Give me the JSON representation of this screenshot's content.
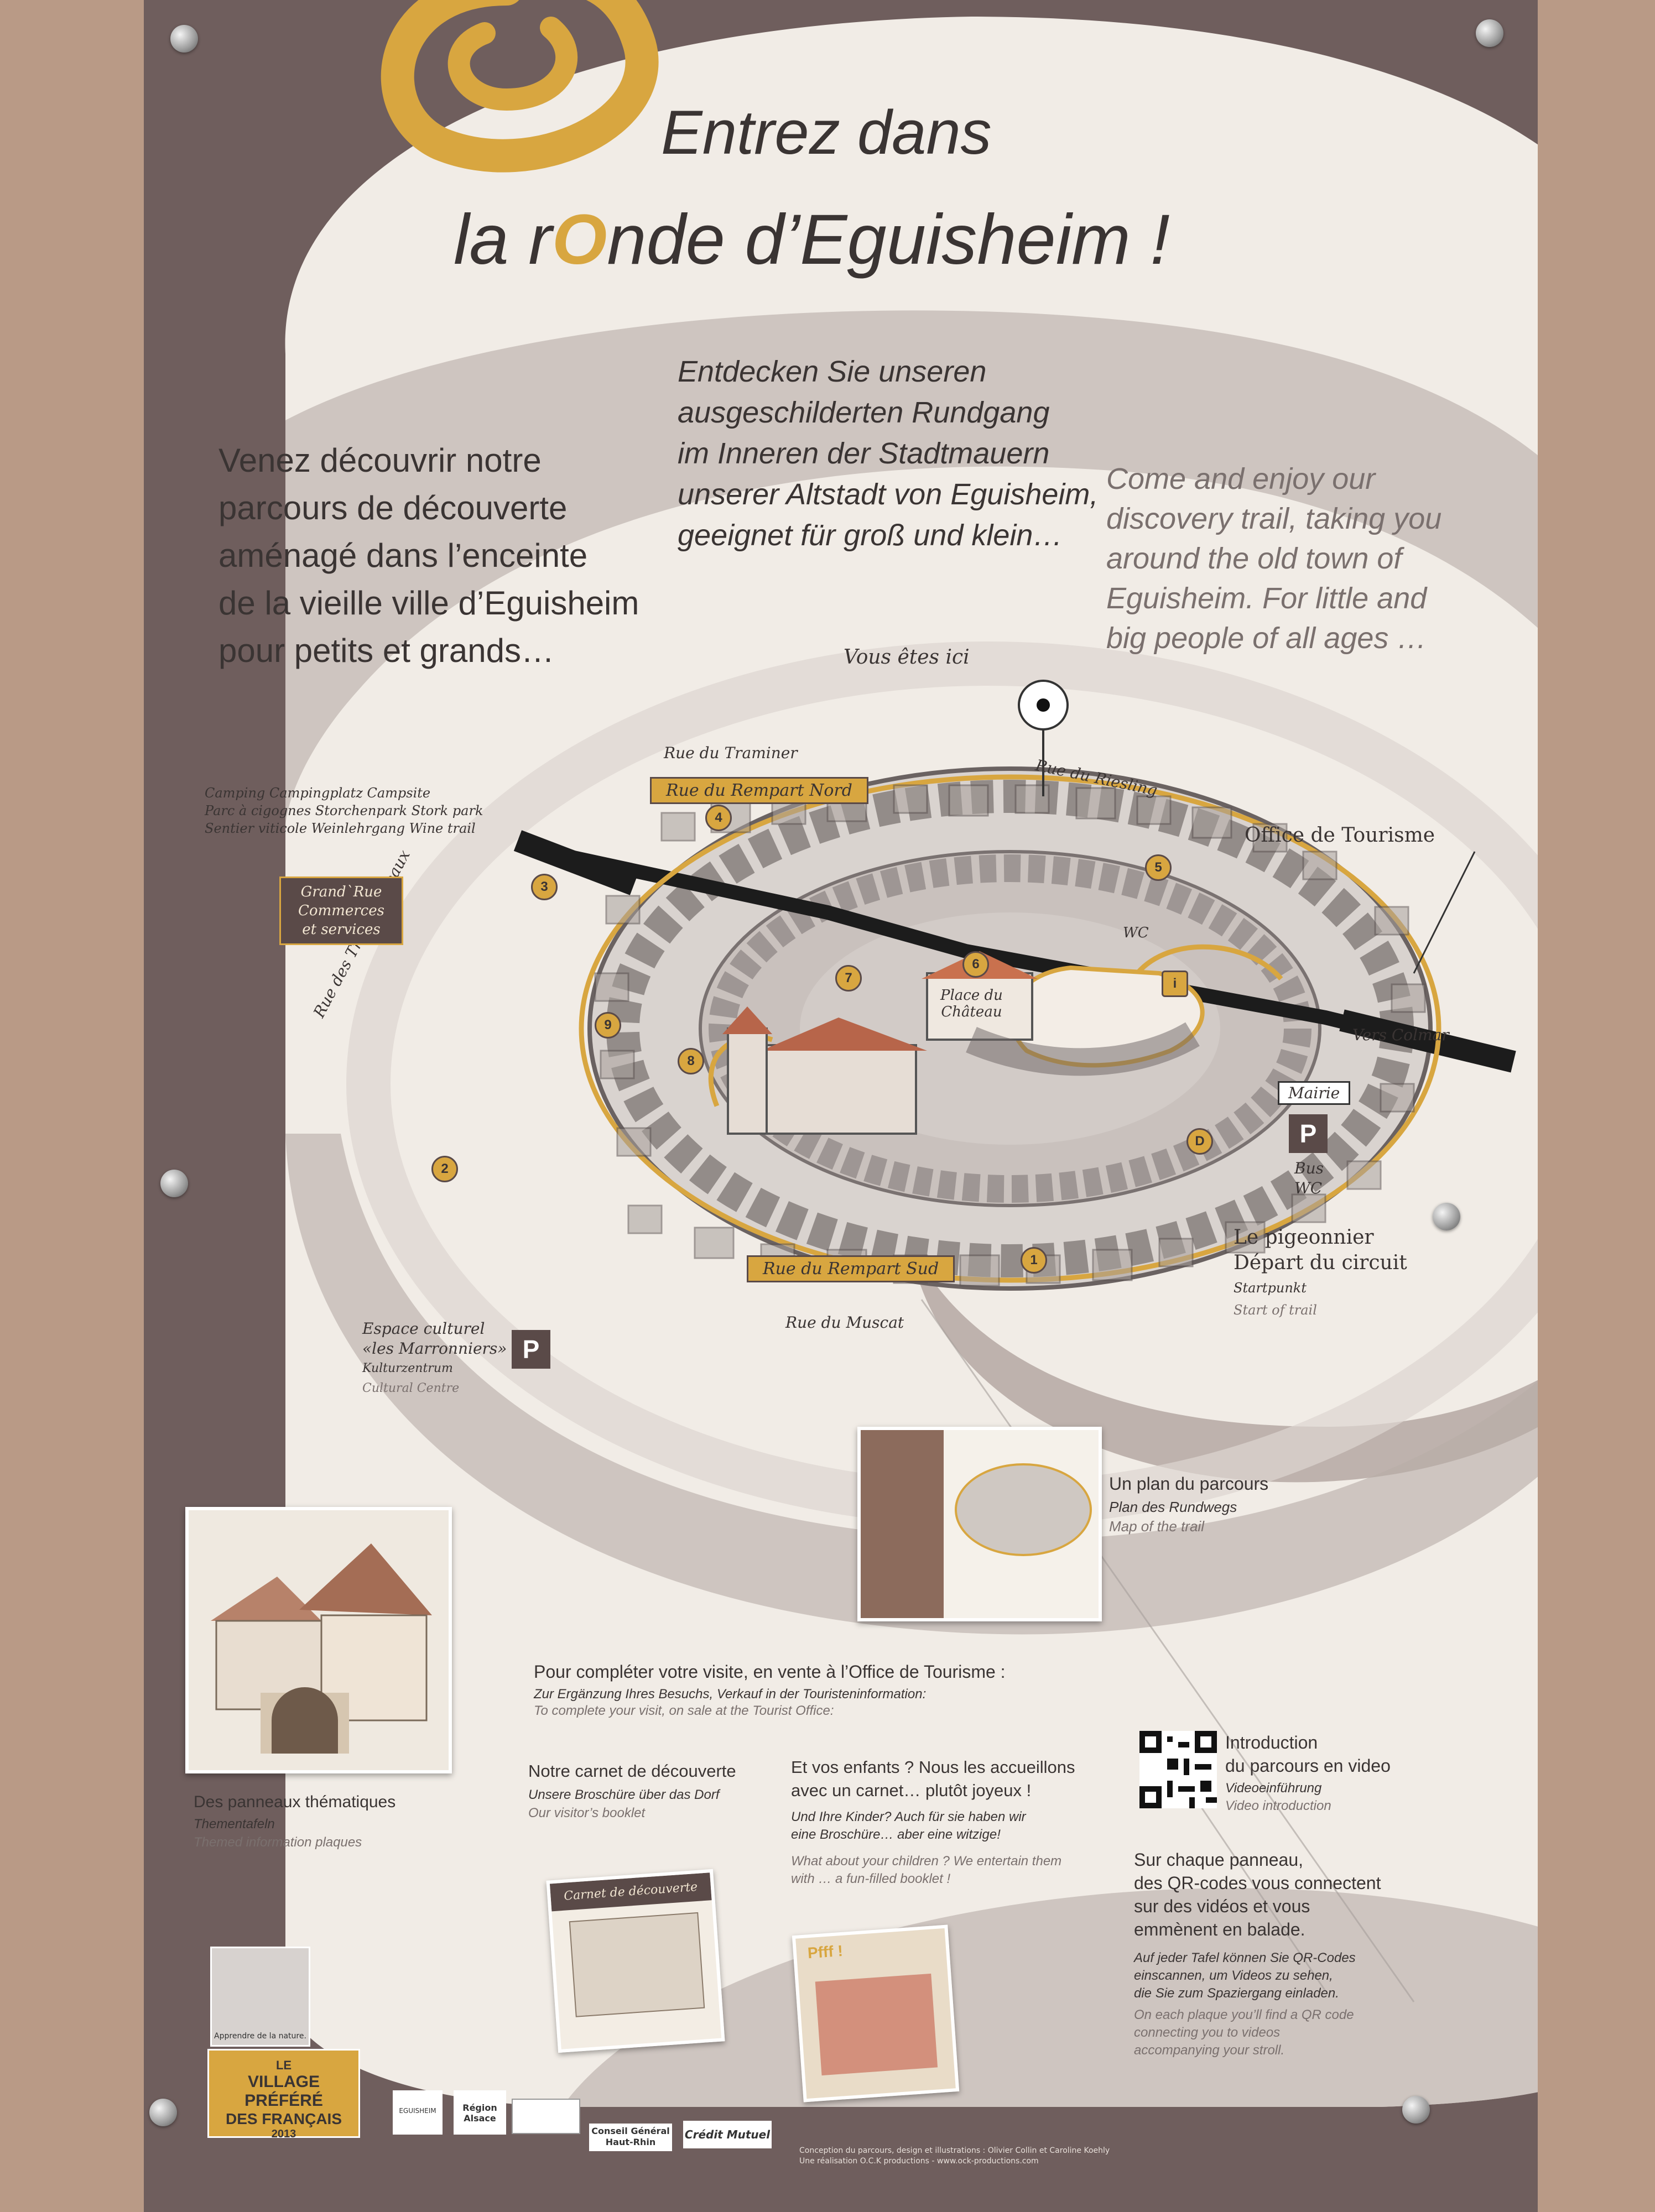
{
  "title": {
    "line1": "Entrez dans",
    "line2_pre": "la r",
    "line2_o": "O",
    "line2_post": "nde d’Eguisheim !"
  },
  "intro": {
    "fr": [
      "Venez découvrir notre",
      "parcours de découverte",
      "aménagé dans l’enceinte",
      "de la vieille ville d’Eguisheim",
      "pour petits et grands…"
    ],
    "de": [
      "Entdecken Sie unseren",
      "ausgeschilderten Rundgang",
      "im Inneren der Stadtmauern",
      "unserer Altstadt von Eguisheim,",
      "geeignet für groß und klein…"
    ],
    "en": [
      "Come and enjoy our",
      "discovery trail, taking you",
      "around the old town of",
      "Eguisheim. For little and",
      "big people of all ages …"
    ]
  },
  "map": {
    "you_are_here": "Vous êtes ici",
    "streets": {
      "traminer": "Rue du Traminer",
      "riesling": "Rue du Riesling",
      "rempart_nord": "Rue du Rempart Nord",
      "rempart_sud": "Rue du Rempart Sud",
      "muscat": "Rue du Muscat",
      "trois_chateaux": "Rue des Trois Châteaux"
    },
    "camping": [
      "Camping Campingplatz Campsite",
      "Parc à cigognes Storchenpark Stork park",
      "Sentier viticole Weinlehrgang Wine trail"
    ],
    "grand_rue": [
      "Grand`Rue",
      "Commerces",
      "et services"
    ],
    "office": "Office de Tourisme",
    "wc": "WC",
    "place": [
      "Place du",
      "Château"
    ],
    "vers_colmar": "Vers Colmar",
    "mairie": "Mairie",
    "parking": "P",
    "bus_wc": [
      "Bus",
      "WC"
    ],
    "pigeonnier": [
      "Le pigeonnier",
      "Départ du circuit"
    ],
    "startpunkt": "Startpunkt",
    "start_trail": "Start of trail",
    "espace": [
      "Espace culturel",
      "«les Marronniers»",
      "Kulturzentrum",
      "Cultural Centre"
    ],
    "stops": [
      "1",
      "2",
      "3",
      "4",
      "5",
      "6",
      "7",
      "8",
      "9",
      "D",
      "i"
    ]
  },
  "plan": {
    "fr": "Un plan du parcours",
    "de": "Plan des Rundwegs",
    "en": "Map of the trail"
  },
  "panels": {
    "fr": "Des panneaux thématiques",
    "de": "Thementafeln",
    "en": "Themed information plaques"
  },
  "complete": {
    "fr": "Pour compléter votre visite, en vente à l’Office de Tourisme :",
    "de": "Zur Ergänzung Ihres Besuchs, Verkauf in der Touristeninformation:",
    "en": "To complete your visit, on sale at the Tourist Office:"
  },
  "carnet": {
    "fr": "Notre carnet de découverte",
    "de": "Unsere Broschüre über das Dorf",
    "en": "Our visitor’s booklet",
    "cover": "Carnet de découverte"
  },
  "enfants": {
    "fr": [
      "Et vos enfants ? Nous les accueillons",
      "avec un carnet… plutôt joyeux !"
    ],
    "de": [
      "Und Ihre Kinder? Auch für sie haben wir",
      "eine Broschüre… aber eine witzige!"
    ],
    "en": [
      "What about your children ? We entertain them",
      "with … a fun-filled booklet !"
    ],
    "cover": "Pfff !"
  },
  "video": {
    "fr": [
      "Introduction",
      "du parcours en video"
    ],
    "de": "Videoeinführung",
    "en": "Video introduction"
  },
  "qr": {
    "fr": [
      "Sur chaque panneau,",
      "des QR-codes vous connectent",
      "sur des vidéos et vous",
      "emmènent en balade."
    ],
    "de": [
      "Auf jeder Tafel können Sie QR-Codes",
      "einscannen, um Videos zu sehen,",
      "die Sie zum Spaziergang einladen."
    ],
    "en": [
      "On each plaque you’ll find a QR code",
      "connecting you to videos",
      "accompanying your stroll."
    ]
  },
  "footer": {
    "village": [
      "LE",
      "VILLAGE PRÉFÉRÉ",
      "DES FRANÇAIS",
      "2013"
    ],
    "nature": "Apprendre de la nature.",
    "logos": [
      "EGUISHEIM",
      "Région Alsace",
      "Conseil Général Haut-Rhin",
      "Crédit Mutuel"
    ],
    "credits": [
      "Conception du parcours, design et illustrations : Olivier Collin et Caroline Koehly",
      "Une réalisation O.C.K productions - www.ock-productions.com"
    ]
  },
  "colors": {
    "board": "#6f5e5d",
    "cream": "#f1ece6",
    "gold": "#d8a640",
    "text": "#3a3433"
  }
}
